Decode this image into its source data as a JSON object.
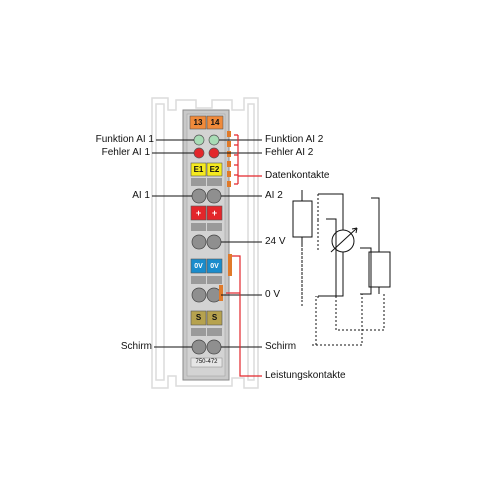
{
  "labels": {
    "func_ai1": "Funktion AI 1",
    "err_ai1": "Fehler AI 1",
    "ai1": "AI 1",
    "schirm_left": "Schirm",
    "func_ai2": "Funktion AI 2",
    "err_ai2": "Fehler AI 2",
    "datenkontakte": "Datenkontakte",
    "ai2": "AI 2",
    "v24": "24 V",
    "v0": "0 V",
    "schirm_right": "Schirm",
    "leistungskontakte": "Leistungskontakte"
  },
  "module": {
    "tag_left": "13",
    "tag_right": "14",
    "e1": "E1",
    "e2": "E2",
    "plus_left": "+",
    "plus_right": "+",
    "ov_left": "0V",
    "ov_right": "0V",
    "s_left": "S",
    "s_right": "S",
    "part_number": "750-472"
  },
  "colors": {
    "module_gray": "#c9c9c9",
    "tag_orange": "#f08a3a",
    "led_green": "#a8dcb6",
    "led_red": "#e3262b",
    "label_yellow": "#f5ea1f",
    "label_red": "#e3262b",
    "label_blue": "#1a8ccc",
    "label_olive": "#b6a24e",
    "contact_orange": "#e07a2a",
    "leader_red": "#e3262b"
  }
}
